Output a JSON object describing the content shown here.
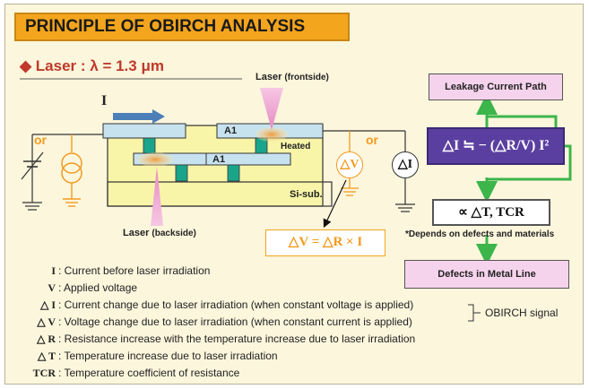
{
  "title": "PRINCIPLE OF OBIRCH ANALYSIS",
  "laser_heading": "◆ Laser : λ = 1.3 μm",
  "diagram": {
    "current_arrow": "I",
    "or_left": "or",
    "or_right": "or",
    "laser_front_main": "Laser",
    "laser_front_sub": "(frontside)",
    "laser_back_main": "Laser",
    "laser_back_sub": "(backside)",
    "a1_top": "A1",
    "a1_bottom": "A1",
    "heated": "Heated",
    "si_sub": "Si-sub.",
    "dv_meter": "△V",
    "di_meter": "△I",
    "dv_formula": "△V = △R × I"
  },
  "flow": {
    "leakage": "Leakage Current Path",
    "formula": "△I ≒ − (△R/V) I²",
    "proportional": "∝ △T, TCR",
    "depends_note": "*Depends on defects and materials",
    "defects": "Defects in Metal Line"
  },
  "colors": {
    "title_bg": "#f3a51d",
    "heading_red": "#c0392b",
    "accent_orange": "#f39a1e",
    "formula_bg": "#5b3fa0",
    "arrow_green": "#3cb54a",
    "pink_box": "#f6d3ec",
    "chip_bg": "#f9f5a8",
    "metal_blue": "#c7e2ef",
    "via_teal": "#1aa58b"
  },
  "legend": [
    {
      "sym": "I",
      "desc": ": Current before laser irradiation"
    },
    {
      "sym": "V",
      "desc": ": Applied voltage"
    },
    {
      "sym": "△ I",
      "desc": ": Current change due to laser irradiation (when constant voltage is applied)"
    },
    {
      "sym": "△ V",
      "desc": ": Voltage change due to laser irradiation (when constant current is applied)"
    },
    {
      "sym": "△ R",
      "desc": ": Resistance increase with the temperature increase due to laser irradiation"
    },
    {
      "sym": "△ T",
      "desc": ": Temperature increase due to laser irradiation"
    },
    {
      "sym": "TCR",
      "desc": ": Temperature coefficient of resistance"
    }
  ],
  "obirch_signal": "OBIRCH signal"
}
